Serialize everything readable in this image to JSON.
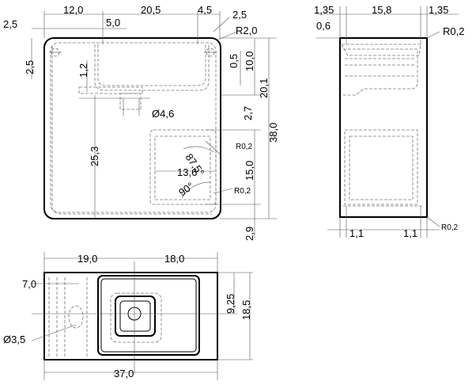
{
  "front_view": {
    "dims": {
      "d12": "12,0",
      "d20_5": "20,5",
      "d4_5": "4,5",
      "d2_5_right": "2,5",
      "d2_5_top": "2,5",
      "d5": "5,0",
      "r2": "R2,0",
      "d2_5_left": "2,5",
      "d1_2": "1,2",
      "d0_5": "0,5",
      "d10": "10,0",
      "d20_1": "20,1",
      "d2_7": "2,7",
      "d38": "38,0",
      "dia4_6": "Ø4,6",
      "d25_3": "25,3",
      "ang87_5": "87,5°",
      "r0_2_a": "R0,2",
      "d13_6": "13,6",
      "d15": "15,0",
      "ang90": "90°",
      "r0_2_b": "R0,2",
      "d2_9": "2,9"
    }
  },
  "side_view": {
    "dims": {
      "d1_35_l": "1,35",
      "d15_8": "15,8",
      "d1_35_r": "1,35",
      "d0_6": "0,6",
      "r2": "R0,2",
      "d1_1_l": "1,1",
      "d1_1_r": "1,1",
      "r0_2": "R0,2"
    }
  },
  "top_view": {
    "dims": {
      "d19": "19,0",
      "d18": "18,0",
      "d7": "7,0",
      "d9_25": "9,25",
      "d18_5": "18,5",
      "dia3_5": "Ø3,5",
      "d37": "37,0"
    }
  }
}
